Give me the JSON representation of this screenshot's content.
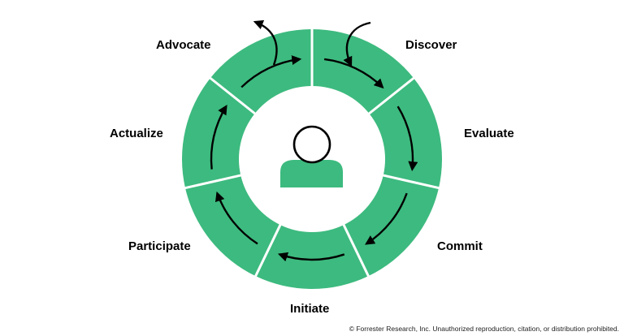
{
  "diagram": {
    "stages": [
      {
        "key": "discover",
        "label": "Discover"
      },
      {
        "key": "evaluate",
        "label": "Evaluate"
      },
      {
        "key": "commit",
        "label": "Commit"
      },
      {
        "key": "initiate",
        "label": "Initiate"
      },
      {
        "key": "participate",
        "label": "Participate"
      },
      {
        "key": "actualize",
        "label": "Actualize"
      },
      {
        "key": "advocate",
        "label": "Advocate"
      }
    ],
    "center_icon": "person-icon",
    "colors": {
      "segment": "#3dba7f",
      "segment_border": "#ffffff",
      "arrow": "#000000",
      "icon_head_fill": "#ffffff",
      "icon_head_stroke": "#000000",
      "icon_body": "#3dba7f"
    }
  },
  "footer": {
    "copyright": "© Forrester Research, Inc. Unauthorized reproduction, citation, or distribution prohibited."
  }
}
